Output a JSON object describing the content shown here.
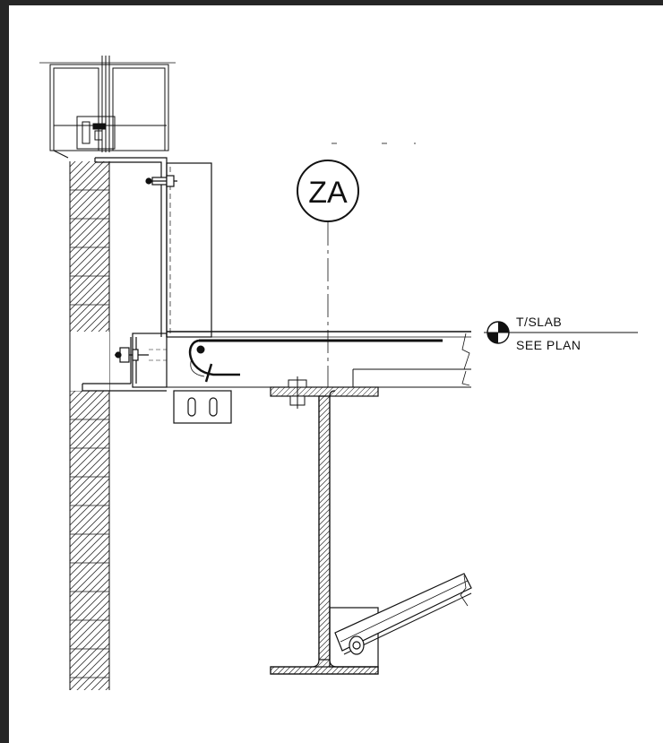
{
  "drawing": {
    "grid_bubble": "ZA",
    "elevation_marker": {
      "line1": "T/SLAB",
      "line2": "SEE PLAN"
    },
    "colors": {
      "background": "#262626",
      "paper": "#ffffff",
      "linework": "#111111",
      "hatch": "#333333"
    }
  }
}
